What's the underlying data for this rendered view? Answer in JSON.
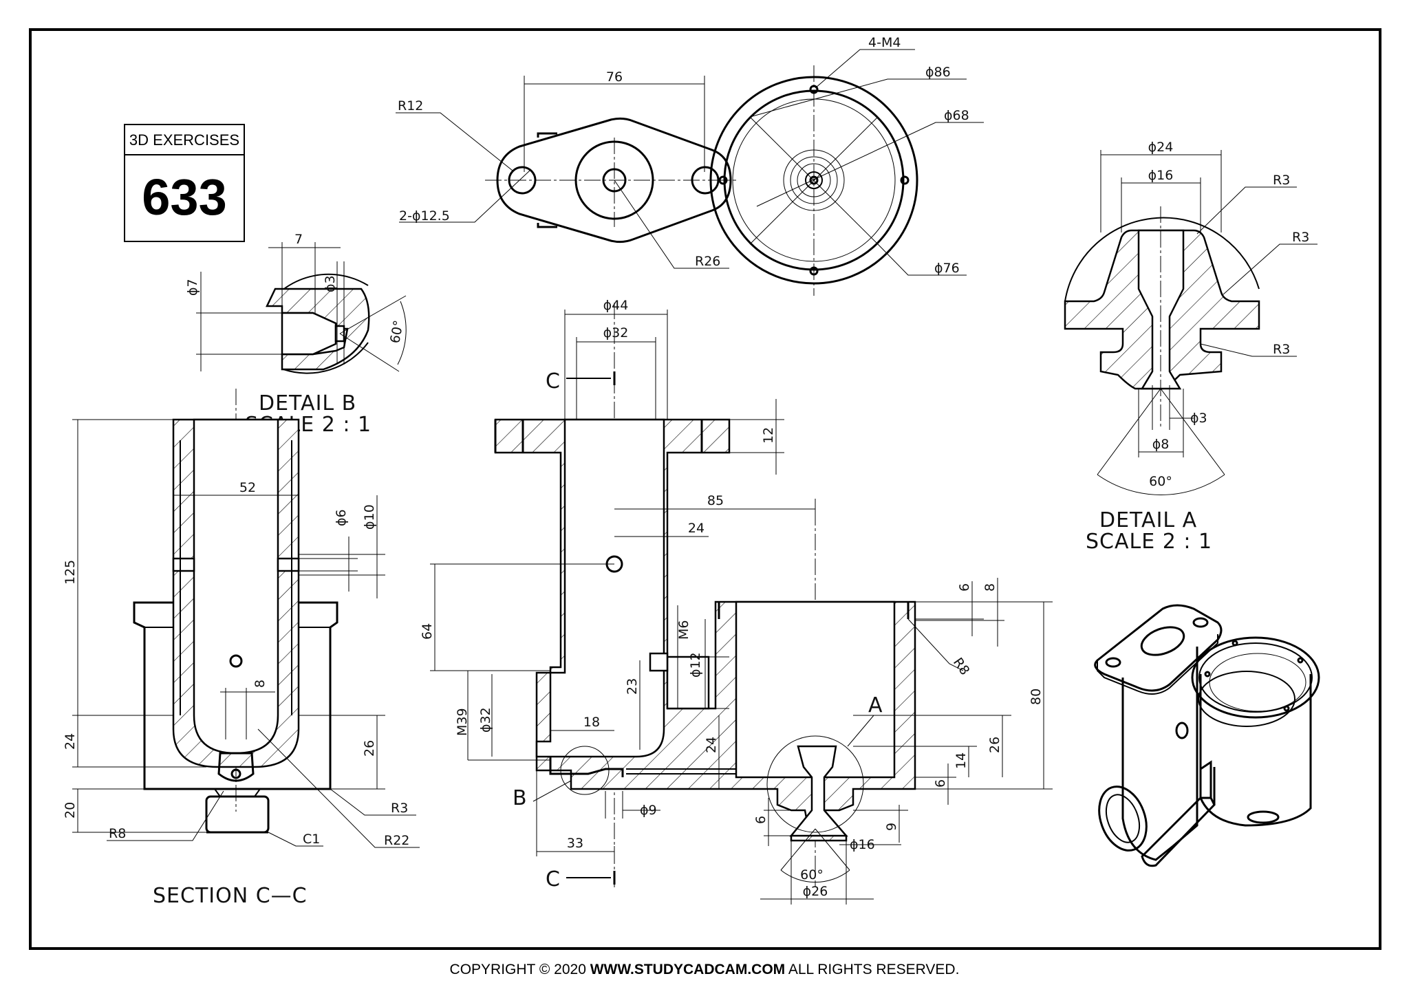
{
  "title_block": {
    "label": "3D EXERCISES",
    "number": "633"
  },
  "copyright": {
    "prefix": "COPYRIGHT © 2020 ",
    "site": "WWW.STUDYCADCAM.COM",
    "suffix": " ALL RIGHTS RESERVED."
  },
  "views": {
    "top": {
      "d76": "76",
      "r12": "R12",
      "holes": "2-ϕ12.5",
      "r26": "R26",
      "m4": "4-M4",
      "d86": "ϕ86",
      "d68": "ϕ68",
      "d76b": "ϕ76"
    },
    "detail_b": {
      "w7": "7",
      "d7": "ϕ7",
      "d3": "ϕ3",
      "ang": "60°",
      "title": "DETAIL B",
      "scale": "SCALE 2 : 1"
    },
    "detail_a": {
      "d24": "ϕ24",
      "d16": "ϕ16",
      "r3a": "R3",
      "r3b": "R3",
      "r3c": "R3",
      "d3": "ϕ3",
      "d8": "ϕ8",
      "ang": "60°",
      "title": "DETAIL A",
      "scale": "SCALE 2 : 1"
    },
    "section_cc": {
      "d125": "125",
      "d52": "52",
      "d6": "ϕ6",
      "d10": "ϕ10",
      "d8": "8",
      "d24": "24",
      "d26": "26",
      "d20": "20",
      "r3": "R3",
      "r22": "R22",
      "r8": "R8",
      "c1": "C1",
      "title": "SECTION C—C"
    },
    "front": {
      "d44": "ϕ44",
      "d32": "ϕ32",
      "c": "C",
      "d12": "12",
      "d85": "85",
      "d24": "24",
      "d64": "64",
      "m6": "M6",
      "d12b": "ϕ12",
      "d23": "23",
      "m39": "M39",
      "d32b": "ϕ32",
      "d18": "18",
      "d24b": "24",
      "a": "A",
      "b": "B",
      "d6": "6",
      "d8": "8",
      "r8": "R8",
      "d80": "80",
      "d26": "26",
      "d14": "14",
      "d6b": "6",
      "d9": "ϕ9",
      "d33": "33",
      "d6c": "6",
      "d9b": "9",
      "d16": "ϕ16",
      "ang": "60°",
      "d26b": "ϕ26"
    }
  }
}
